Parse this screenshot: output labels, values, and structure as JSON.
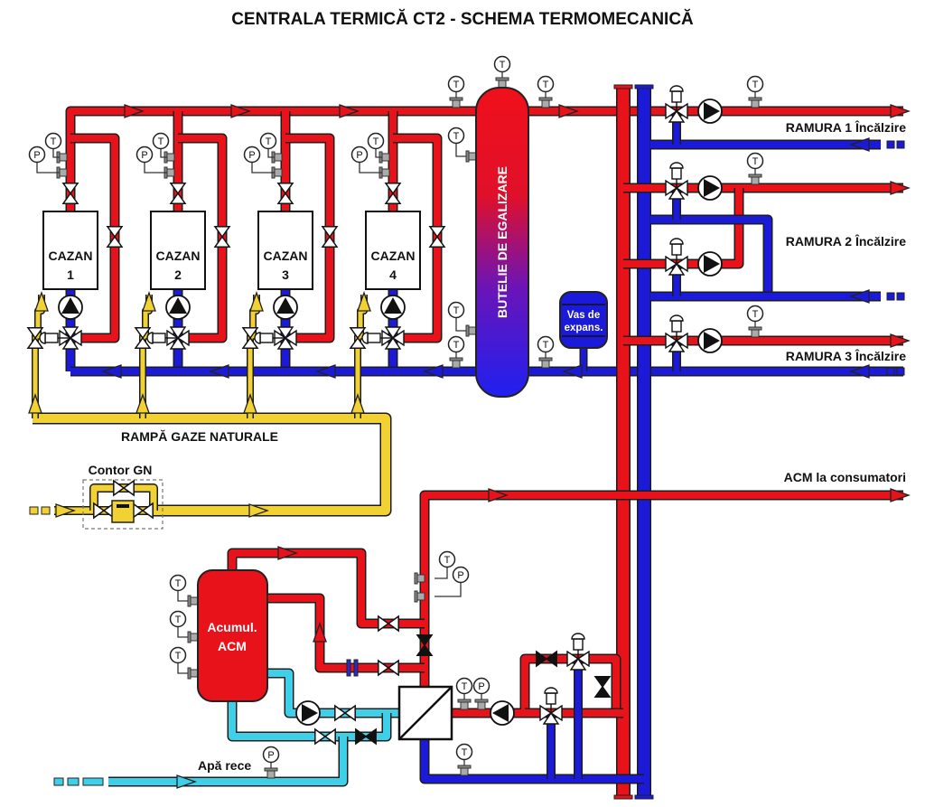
{
  "title": "CENTRALA TERMICĂ CT2 - SCHEMA TERMOMECANICĂ",
  "colors": {
    "supply": "#e8121a",
    "return": "#1a1ad8",
    "gas": "#f2d233",
    "cold_water": "#3dd0e8",
    "outline": "#222222"
  },
  "boilers": [
    {
      "label": "CAZAN",
      "number": "1"
    },
    {
      "label": "CAZAN",
      "number": "2"
    },
    {
      "label": "CAZAN",
      "number": "3"
    },
    {
      "label": "CAZAN",
      "number": "4"
    }
  ],
  "hydraulic_separator": {
    "label": "BUTELIE DE EGALIZARE"
  },
  "expansion_vessel": {
    "line1": "Vas de",
    "line2": "expans."
  },
  "branches": [
    {
      "label": "RAMURA 1 Încălzire"
    },
    {
      "label": "RAMURA 2 Încălzire"
    },
    {
      "label": "RAMURA 3 Încălzire"
    }
  ],
  "gas": {
    "ramp_label": "RAMPĂ GAZE NATURALE",
    "meter_label": "Contor GN"
  },
  "dhw": {
    "tank_line1": "Acumul.",
    "tank_line2": "ACM",
    "consumers_label": "ACM la consumatori",
    "cold_water_label": "Apă rece"
  },
  "gauges": {
    "temperature": "T",
    "pressure": "P"
  }
}
